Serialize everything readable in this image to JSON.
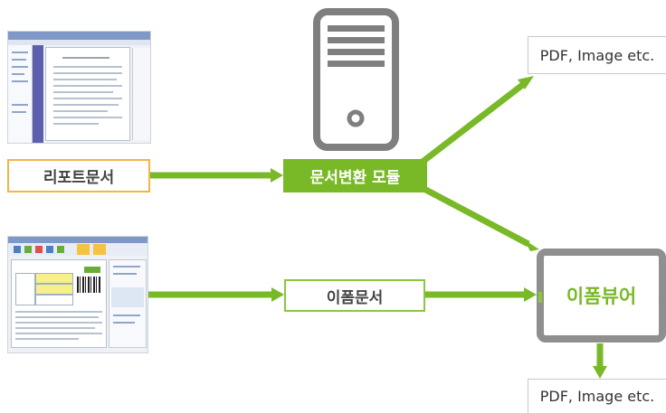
{
  "nodes": {
    "report_doc": "리포트문서",
    "convert_module": "문서변환 모듈",
    "eform_doc": "이폼문서",
    "eform_viewer": "이폼뷰어",
    "output_top": "PDF, Image etc.",
    "output_bottom": "PDF, Image etc."
  },
  "icons": {
    "server": "server-icon",
    "report_screenshot": "report-screenshot-thumbnail",
    "eform_screenshot": "eform-screenshot-thumbnail",
    "viewer_device": "tablet-icon"
  },
  "colors": {
    "arrow": "#79b928",
    "module_fill": "#79b928",
    "report_border": "#f2b547",
    "eform_border": "#8cc63f",
    "server": "#7f7f7f",
    "tablet": "#8f8f8f"
  }
}
